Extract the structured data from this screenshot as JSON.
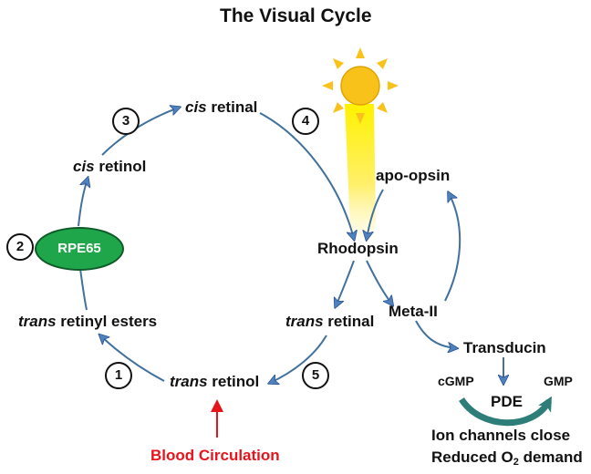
{
  "title": "The Visual Cycle",
  "steps": {
    "s1": "1",
    "s2": "2",
    "s3": "3",
    "s4": "4",
    "s5": "5"
  },
  "nodes": {
    "cis_retinal": {
      "prefix": "cis",
      "rest": " retinal"
    },
    "cis_retinol": {
      "prefix": "cis",
      "rest": " retinol"
    },
    "rpe65": "RPE65",
    "trans_retinyl_esters": {
      "prefix": "trans",
      "rest": " retinyl esters"
    },
    "trans_retinol": {
      "prefix": "trans",
      "rest": " retinol"
    },
    "trans_retinal": {
      "prefix": "trans",
      "rest": " retinal"
    },
    "apo_opsin": "apo-opsin",
    "rhodopsin": "Rhodopsin",
    "meta_ii": "Meta-II",
    "transducin": "Transducin",
    "cgmp": "cGMP",
    "gmp": "GMP",
    "pde": "PDE",
    "ion_channels": "Ion channels close",
    "reduced_o2_prefix": "Reduced O",
    "reduced_o2_sub": "2",
    "reduced_o2_suffix": " demand",
    "blood_circulation": "Blood Circulation"
  },
  "colors": {
    "arrow_blue": "#41719c",
    "arrow_head": "#4f81bd",
    "sun": "#f9c21b",
    "light_beam": "#ffee00",
    "rpe_green": "#1fa64a",
    "blood_red": "#e8141c",
    "pde_arc": "#2d7d78"
  },
  "icons": [
    "sun-icon",
    "light-beam"
  ]
}
